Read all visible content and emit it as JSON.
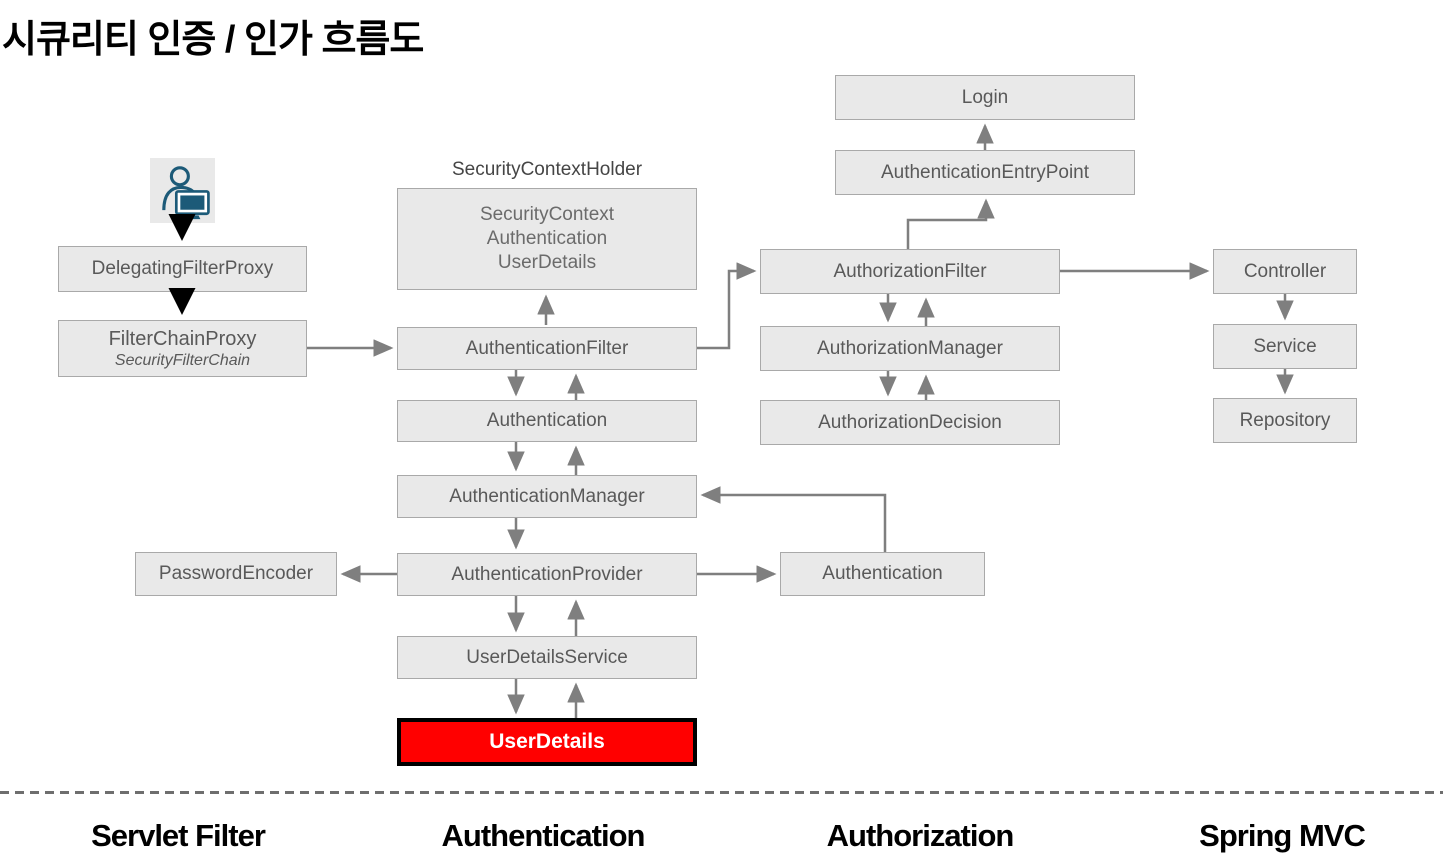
{
  "title": "시큐리티 인증 / 인가 흐름도",
  "nodes": {
    "delegating_filter_proxy": {
      "label": "DelegatingFilterProxy"
    },
    "filter_chain_proxy": {
      "label": "FilterChainProxy",
      "sublabel": "SecurityFilterChain"
    },
    "security_context_holder": {
      "label": "SecurityContextHolder"
    },
    "security_context_box": {
      "line1": "SecurityContext",
      "line2": "Authentication",
      "line3": "UserDetails"
    },
    "authentication_filter": {
      "label": "AuthenticationFilter"
    },
    "authentication": {
      "label": "Authentication"
    },
    "authentication_manager": {
      "label": "AuthenticationManager"
    },
    "password_encoder": {
      "label": "PasswordEncoder"
    },
    "authentication_provider": {
      "label": "AuthenticationProvider"
    },
    "authentication_result": {
      "label": "Authentication"
    },
    "user_details_service": {
      "label": "UserDetailsService"
    },
    "user_details": {
      "label": "UserDetails"
    },
    "login": {
      "label": "Login"
    },
    "authentication_entry_point": {
      "label": "AuthenticationEntryPoint"
    },
    "authorization_filter": {
      "label": "AuthorizationFilter"
    },
    "authorization_manager": {
      "label": "AuthorizationManager"
    },
    "authorization_decision": {
      "label": "AuthorizationDecision"
    },
    "controller": {
      "label": "Controller"
    },
    "service": {
      "label": "Service"
    },
    "repository": {
      "label": "Repository"
    }
  },
  "lanes": {
    "servlet_filter": "Servlet Filter",
    "authentication": "Authentication",
    "authorization": "Authorization",
    "spring_mvc": "Spring MVC"
  },
  "icons": {
    "user": "user-at-computer-icon"
  },
  "colors": {
    "box_fill": "#e9e9e9",
    "box_border": "#a9a9a9",
    "box_text": "#595959",
    "arrow_gray": "#7f7f7f",
    "arrow_black": "#000000",
    "highlight_fill": "#ff0000",
    "highlight_border": "#000000",
    "highlight_text": "#ffffff",
    "icon_color": "#1c5a78"
  }
}
